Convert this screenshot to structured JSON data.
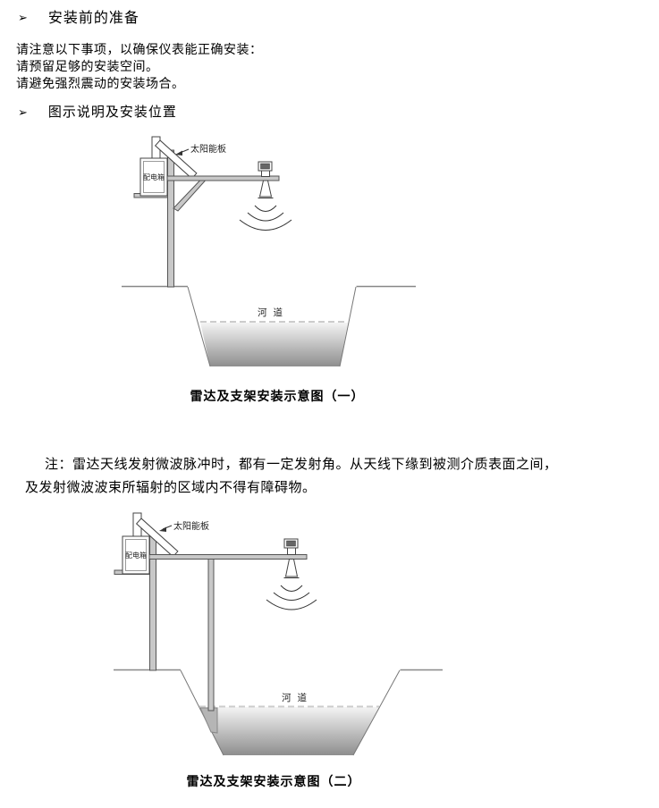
{
  "doc": {
    "bullet_glyph": "➢",
    "heading1": "安装前的准备",
    "intro": {
      "line1": "请注意以下事项，以确保仪表能正确安装：",
      "line2": "请预留足够的安装空间。",
      "line3": "请避免强烈震动的安装场合。"
    },
    "heading2": "图示说明及安装位置",
    "note": {
      "line1": "注：雷达天线发射微波脉冲时，都有一定发射角。从天线下缘到被测介质表面之间，",
      "line2": "及发射微波波束所辐射的区域内不得有障碍物。"
    }
  },
  "figure1": {
    "solar_panel_label": "太阳能板",
    "power_box_label": "配电箱",
    "channel_label": "河 道",
    "caption": "雷达及支架安装示意图（一）"
  },
  "figure2": {
    "solar_panel_label": "太阳能板",
    "power_box_label": "配电箱",
    "channel_label": "河 道",
    "caption": "雷达及支架安装示意图（二）"
  },
  "colors": {
    "structure_fill": "#c8c8c8",
    "structure_stroke": "#555555",
    "ground_stroke": "#888888",
    "dash_color": "#cccccc",
    "water_top": "#f4f4f4",
    "water_bottom": "#8e8e8e"
  }
}
